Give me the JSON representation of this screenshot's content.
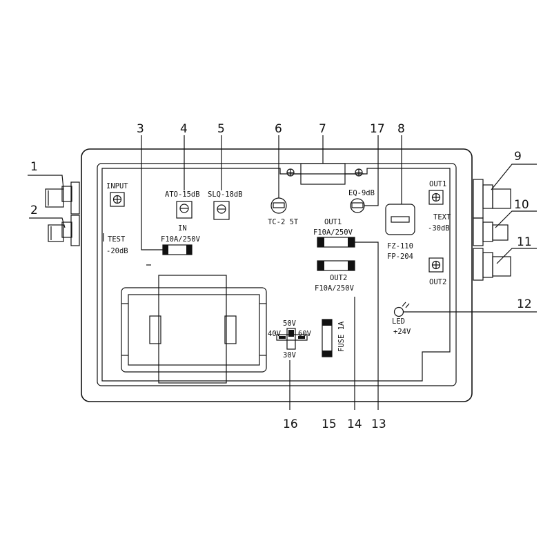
{
  "labels": {
    "input": "INPUT",
    "test": "TEST",
    "test_db": "-20dB",
    "ato": "ATO-15dB",
    "in": "IN",
    "slq": "SLQ-18dB",
    "fuse_main": "F10A/250V",
    "tc": "TC-2 5T",
    "eq": "EQ-9dB",
    "out1_fuse": "OUT1",
    "out1_fuse_rating": "F10A/250V",
    "out2_fuse": "OUT2",
    "out2_fuse_rating": "F10A/250V",
    "fz": "FZ-110",
    "fp": "FP-204",
    "out1": "OUT1",
    "text": "TEXT",
    "text_db": "-30dB",
    "out2": "OUT2",
    "led": "LED",
    "led_v": "+24V",
    "v50": "50V",
    "v40": "40V",
    "v60": "60V",
    "v30": "30V",
    "fuse1a": "FUSE 1A"
  },
  "callouts": {
    "n1": "1",
    "n2": "2",
    "n3": "3",
    "n4": "4",
    "n5": "5",
    "n6": "6",
    "n7": "7",
    "n8": "8",
    "n9": "9",
    "n10": "10",
    "n11": "11",
    "n12": "12",
    "n13": "13",
    "n14": "14",
    "n15": "15",
    "n16": "16",
    "n17": "17"
  }
}
